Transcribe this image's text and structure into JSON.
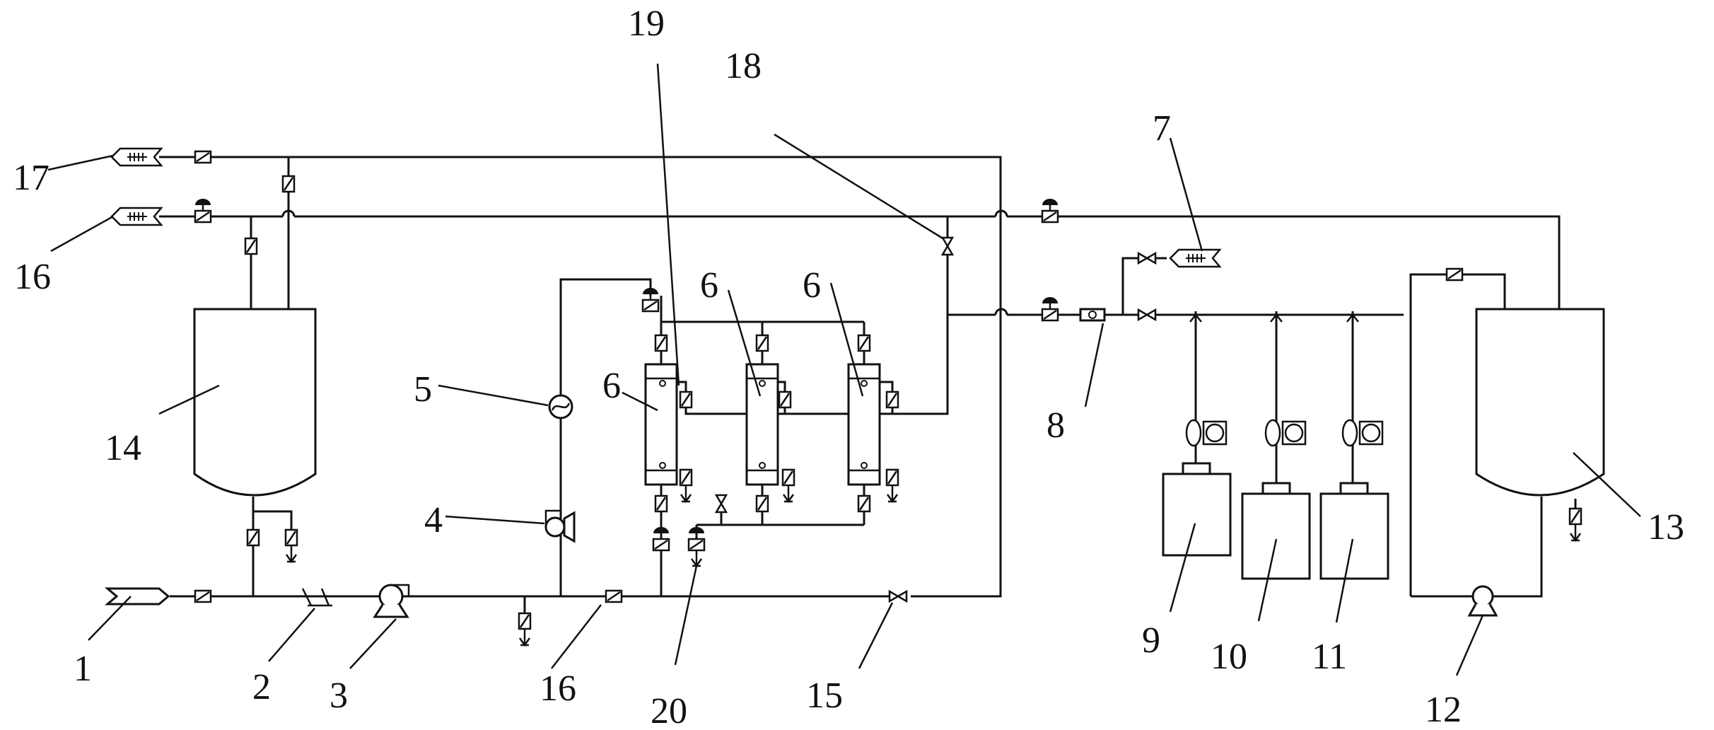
{
  "labels": {
    "l1": "1",
    "l2": "2",
    "l3": "3",
    "l4": "4",
    "l5": "5",
    "l6a": "6",
    "l6b": "6",
    "l6c": "6",
    "l7": "7",
    "l8": "8",
    "l9": "9",
    "l10": "10",
    "l11": "11",
    "l12": "12",
    "l13": "13",
    "l14": "14",
    "l15": "15",
    "l16a": "16",
    "l16b": "16",
    "l17": "17",
    "l18": "18",
    "l19": "19",
    "l20": "20"
  },
  "colors": {
    "line": "#111111",
    "background": "#ffffff"
  }
}
